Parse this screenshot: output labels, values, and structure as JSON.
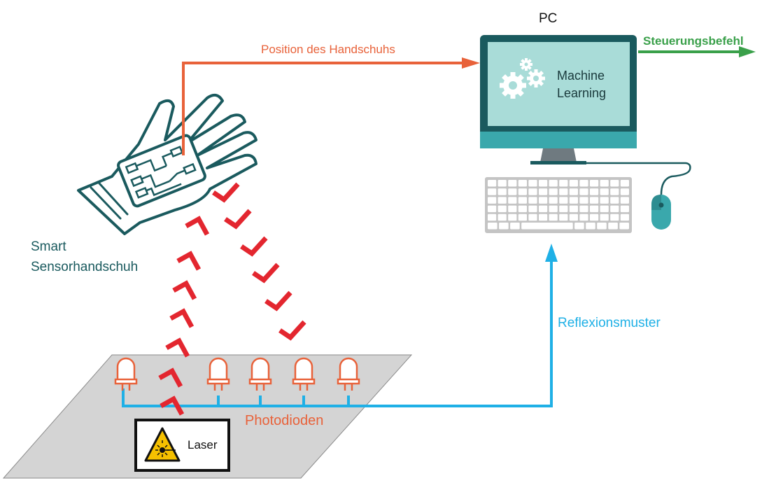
{
  "labels": {
    "pc": "PC",
    "ml_line1": "Machine",
    "ml_line2": "Learning",
    "position": "Position des Handschuhs",
    "command": "Steuerungsbefehl",
    "glove_line1": "Smart",
    "glove_line2": "Sensorhandschuh",
    "reflection": "Reflexionsmuster",
    "photodiodes": "Photodioden",
    "laser": "Laser"
  },
  "colors": {
    "orange": "#e8623a",
    "green": "#3aa04a",
    "blue": "#1fb0e6",
    "red": "#e3262f",
    "teal_dark": "#1a5a5e",
    "teal": "#3aa8ac",
    "screen": "#a9dcd8",
    "plate": "#d4d4d4",
    "warning_yellow": "#f5c000"
  },
  "icons": {
    "gear": "gear-icon",
    "laser_warning": "laser-warning-icon",
    "photodiode": "photodiode-icon"
  }
}
